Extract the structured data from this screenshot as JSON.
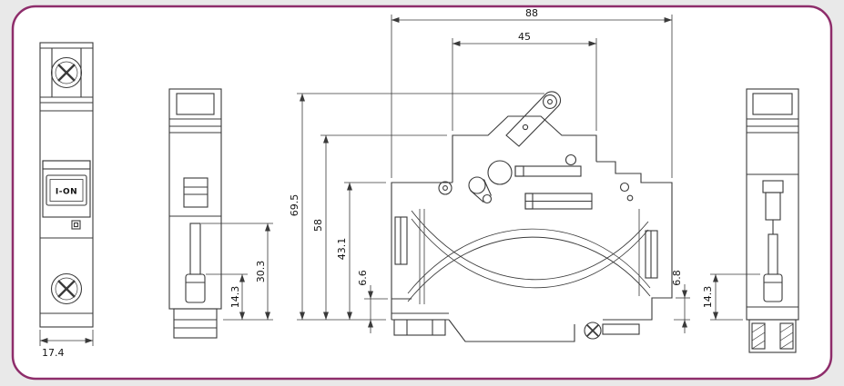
{
  "drawing": {
    "type": "circuit-breaker-dimensional-drawing",
    "product_label": "I-ON",
    "dims": {
      "front_width": "17.4",
      "sideA_knob": "14.3",
      "sideA_toggle": "30.3",
      "total_width": "88",
      "top_width": "45",
      "height_overall": "69.5",
      "height_body": "58",
      "height_lower": "43.1",
      "base_left": "6.6",
      "base_right": "6.8",
      "sideB_knob": "14.3"
    },
    "colors": {
      "frame_border": "#8e2d6b",
      "line": "#3a3a3a",
      "page_background": "#e9e9e9",
      "paper": "#ffffff"
    }
  }
}
